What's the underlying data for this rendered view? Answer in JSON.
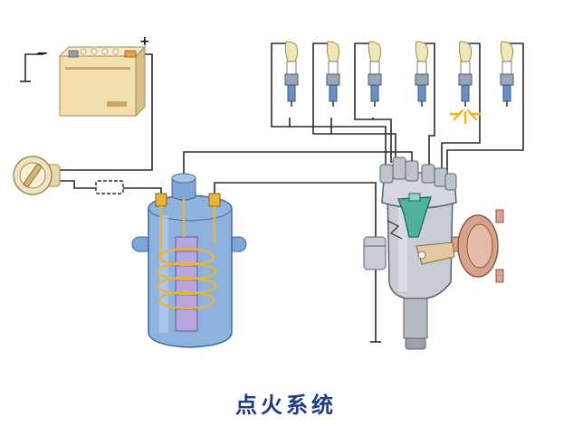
{
  "caption": "点火系统",
  "battery": {
    "minus_label": "−",
    "plus_label": "+"
  },
  "spark_plug_count": 6,
  "firing_plug_index": 5,
  "colors": {
    "wire": "#2a2a2a",
    "caption": "#1f3a8a",
    "coil_body": "#8fb3dc",
    "coil_core": "#b7a6dc",
    "coil_winding": "#e9b33a",
    "battery_body": "#f2dfae",
    "distributor_body": "#c8ccd4",
    "rotor": "#4fb39a",
    "vacuum_unit": "#d7a38c",
    "plug_cap": "#f0e7b6",
    "spark": "#f2b21b"
  }
}
